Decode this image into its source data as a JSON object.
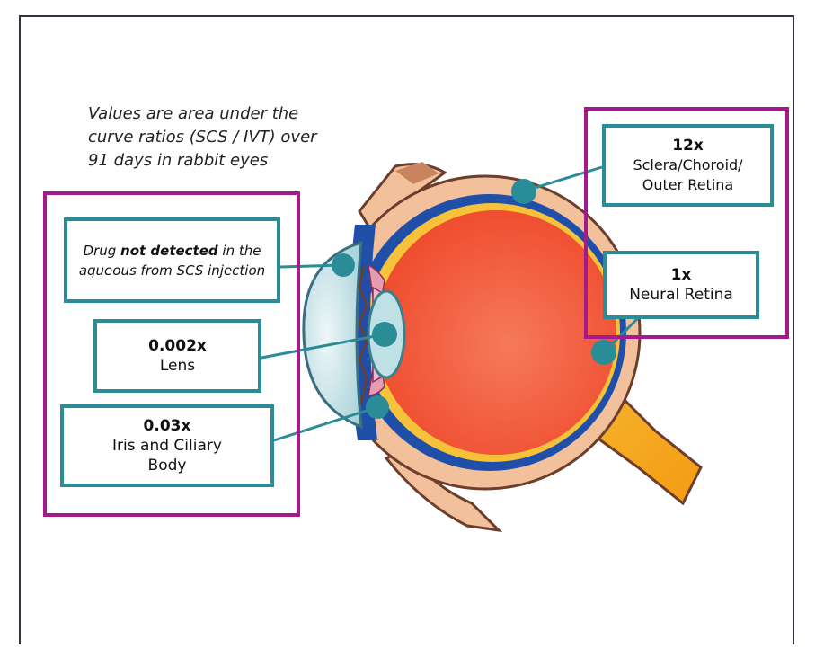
{
  "note": "Values are area under the curve ratios (SCS / IVT) over 91 days in rabbit eyes",
  "labels": {
    "aqueous": {
      "prefix": "Drug ",
      "emphasis": "not detected",
      "suffix": "in the aqueous from SCS injection"
    },
    "lens": {
      "value": "0.002x",
      "name": "Lens"
    },
    "iris": {
      "value": "0.03x",
      "name_line1": "Iris and Ciliary",
      "name_line2": "Body"
    },
    "sclera": {
      "value": "12x",
      "name_line1": "Sclera/Choroid/",
      "name_line2": "Outer Retina"
    },
    "neural": {
      "value": "1x",
      "name": "Neural Retina"
    }
  },
  "colors": {
    "group_border": "#a21a8c",
    "label_border": "#2a8c97",
    "marker": "#2a8c97",
    "vitreous": "#f0563a",
    "sclera": "#f2c09a",
    "choroid": "#1f4fa8",
    "retina": "#f5c23a",
    "optic_nerve": "#f5a623"
  }
}
